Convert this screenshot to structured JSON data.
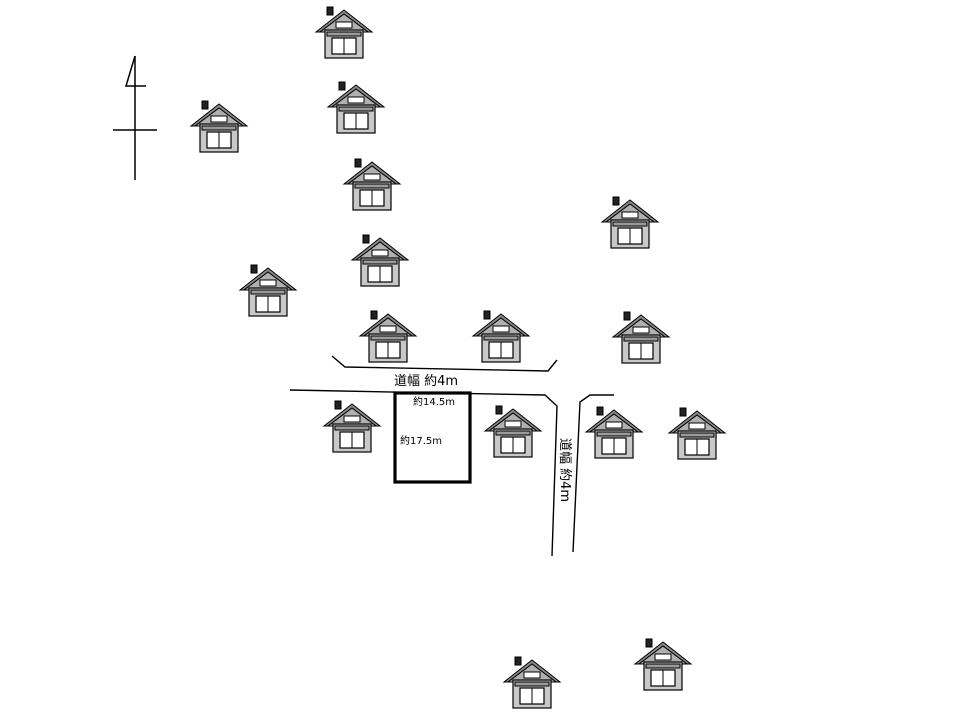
{
  "labels": {
    "road_width_horizontal": "道幅 約4m",
    "road_width_vertical": "道幅 約4m",
    "lot_width": "約14.5m",
    "lot_depth": "約17.5m"
  },
  "symbols": {
    "north_arrow": "north-arrow-icon",
    "house": "house-icon"
  },
  "colors": {
    "house_wall": "#c8c8c8",
    "house_roof": "#8a8a8a",
    "house_window": "#ffffff",
    "line": "#000000"
  }
}
